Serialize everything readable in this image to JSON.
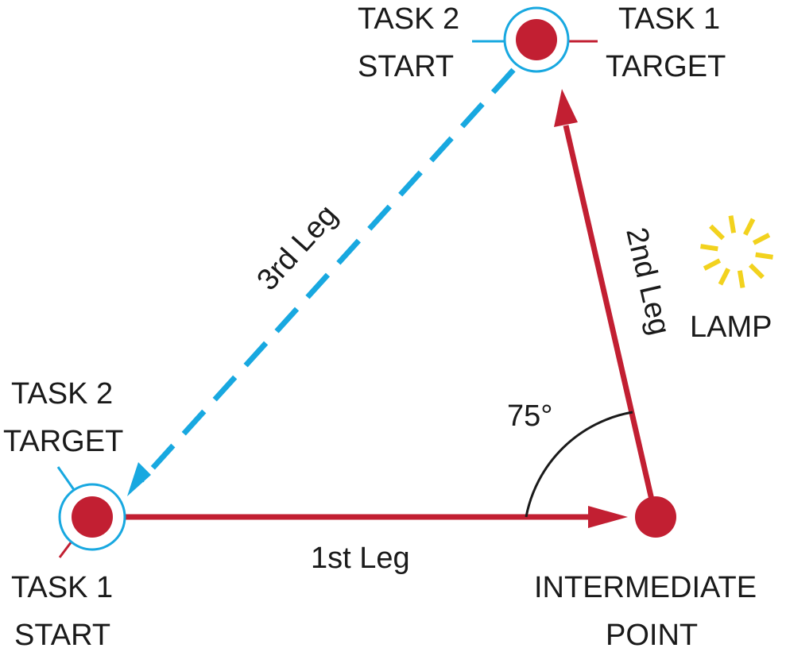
{
  "colors": {
    "task1": "#c21f32",
    "task2": "#18a8e0",
    "lamp": "#f2d21e",
    "text": "#1a1a1a"
  },
  "labels": {
    "task2_start": [
      "TASK 2",
      "START"
    ],
    "task1_target": [
      "TASK 1",
      "TARGET"
    ],
    "task2_target": [
      "TASK 2",
      "TARGET"
    ],
    "task1_start": [
      "TASK 1",
      "START"
    ],
    "intermediate": [
      "INTERMEDIATE",
      "POINT"
    ],
    "leg1": "1st Leg",
    "leg2": "2nd Leg",
    "leg3": "3rd Leg",
    "angle": "75°",
    "lamp": "LAMP"
  },
  "icons": {
    "lamp": "sunburst-icon",
    "point": "filled-circle-icon",
    "ring": "ring-marker-icon"
  }
}
